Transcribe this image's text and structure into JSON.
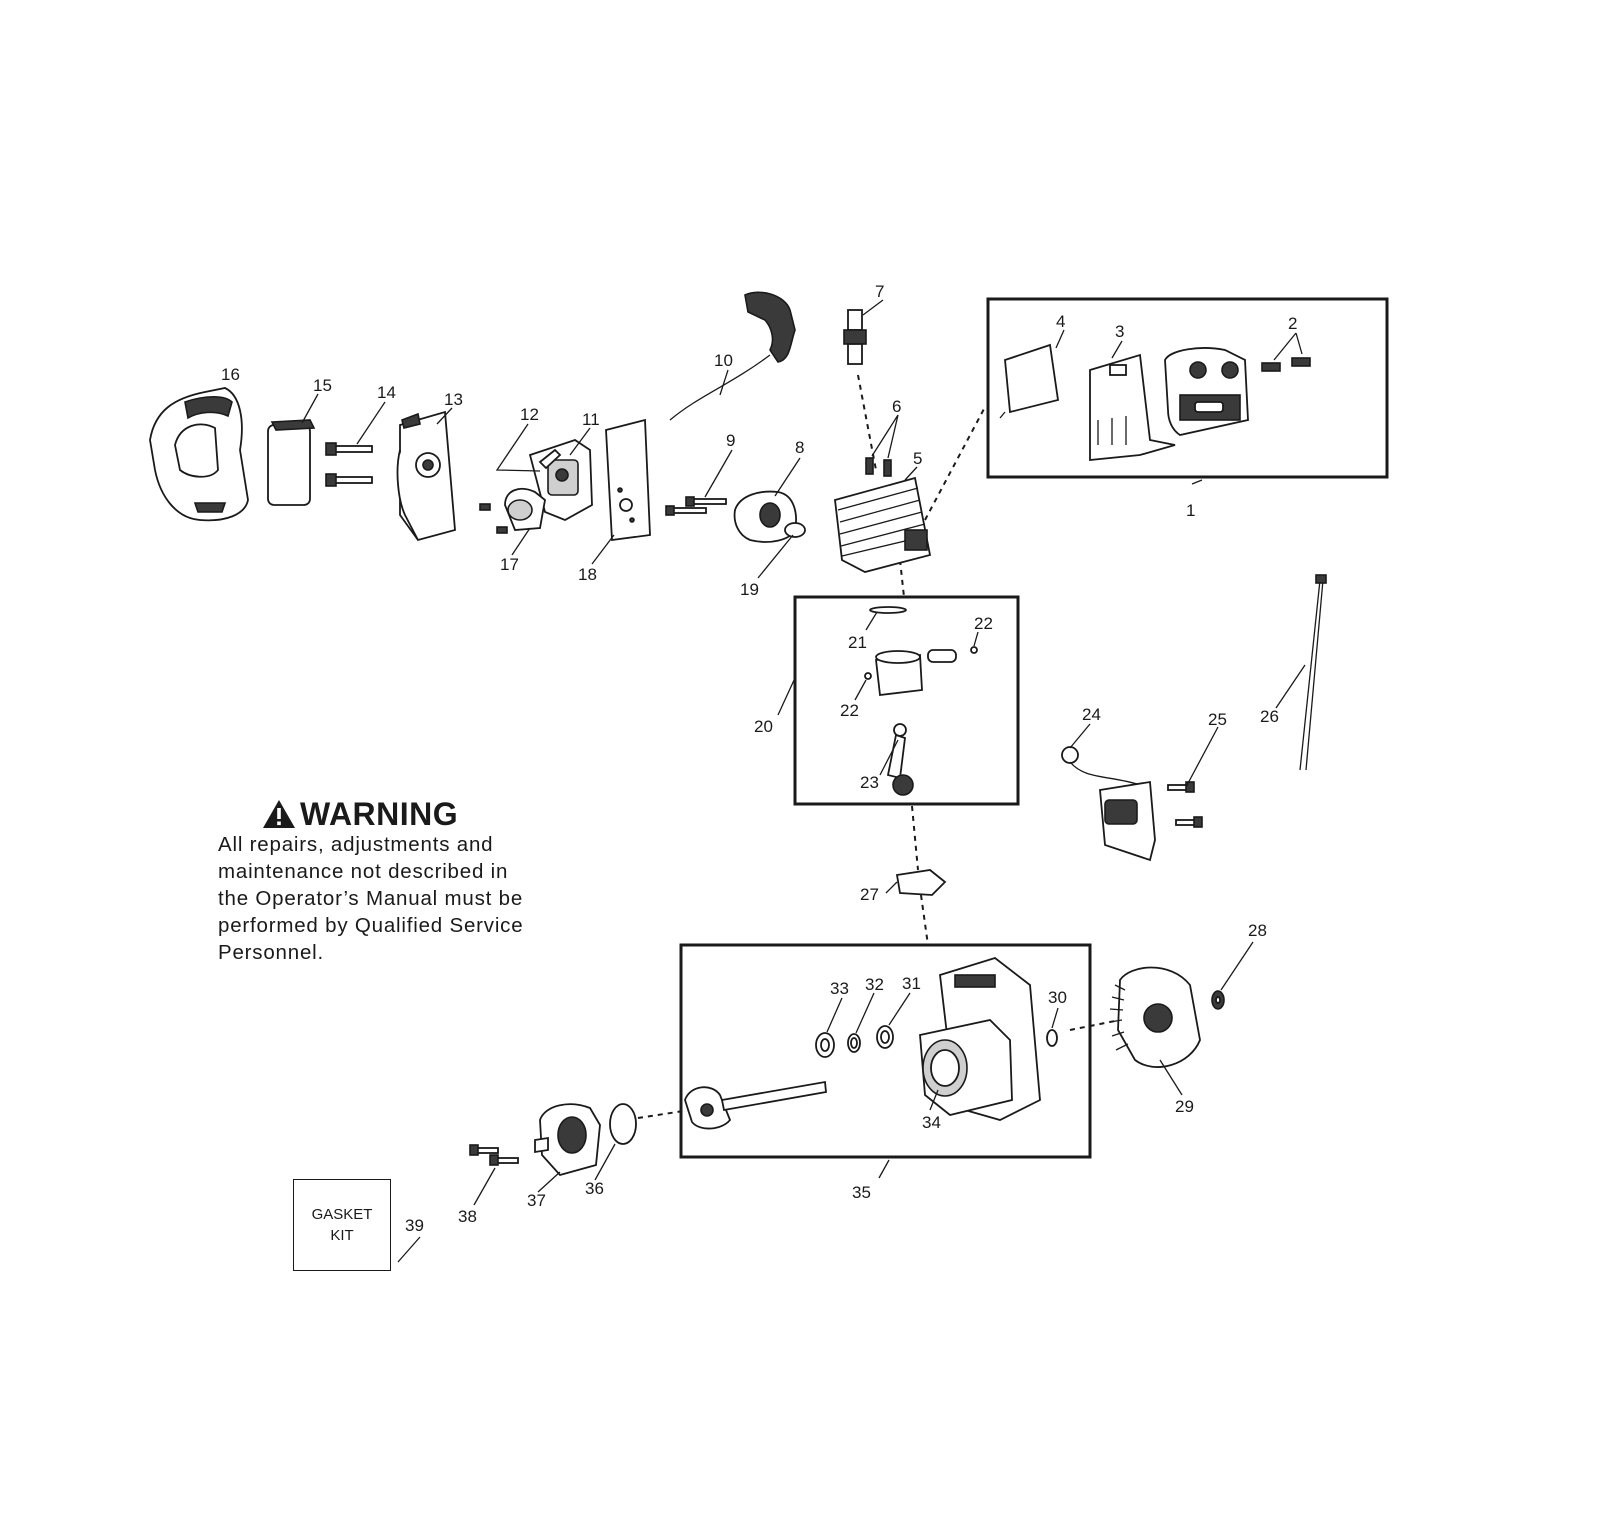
{
  "warning": {
    "title": "WARNING",
    "body": "All repairs, adjustments and\nmaintenance not described in\nthe Operator’s Manual must be\nperformed by Qualified Service\nPersonnel."
  },
  "gasket_kit": {
    "label": "GASKET\nKIT"
  },
  "callouts": {
    "c1": "1",
    "c2": "2",
    "c3": "3",
    "c4": "4",
    "c5": "5",
    "c6": "6",
    "c7": "7",
    "c8": "8",
    "c9": "9",
    "c10": "10",
    "c11": "11",
    "c12": "12",
    "c13": "13",
    "c14": "14",
    "c15": "15",
    "c16": "16",
    "c17": "17",
    "c18": "18",
    "c19": "19",
    "c20": "20",
    "c21": "21",
    "c22a": "22",
    "c22b": "22",
    "c23": "23",
    "c24": "24",
    "c25": "25",
    "c26": "26",
    "c27": "27",
    "c28": "28",
    "c29": "29",
    "c30": "30",
    "c31": "31",
    "c32": "32",
    "c33": "33",
    "c34": "34",
    "c35": "35",
    "c36": "36",
    "c37": "37",
    "c38": "38",
    "c39": "39"
  }
}
